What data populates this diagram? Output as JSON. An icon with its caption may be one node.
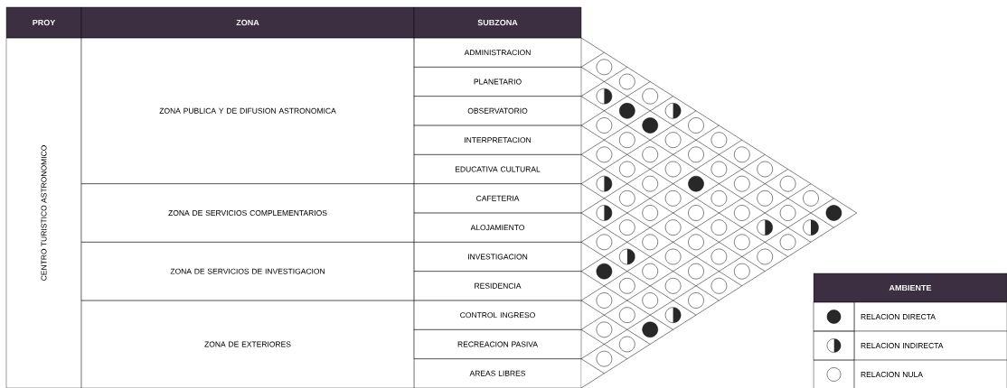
{
  "diagram": {
    "nodes": [
      {
        "text": [],
        "shape": "circle"
      },
      {
        "text": [],
        "shape": "circle"
      },
      {
        "text": [],
        "shape": "half-disc"
      },
      {
        "text": [],
        "shape": "circle"
      },
      {
        "text": [],
        "shape": "disc"
      },
      {
        "text": [],
        "shape": "half-disc"
      },
      {
        "text": [],
        "shape": "circle"
      },
      {
        "text": [],
        "shape": "disc"
      },
      {
        "text": [],
        "shape": "circle"
      },
      {
        "text": [],
        "shape": "circle"
      },
      {
        "text": [],
        "shape": "circle"
      },
      {
        "text": [],
        "shape": "circle"
      },
      {
        "text": [],
        "shape": "circle"
      },
      {
        "text": [],
        "shape": "circle"
      },
      {
        "text": [],
        "shape": "circle"
      },
      {
        "text": [],
        "shape": "circle"
      },
      {
        "text": [],
        "shape": "circle"
      },
      {
        "text": [],
        "shape": "circle"
      },
      {
        "text": [],
        "shape": "circle"
      },
      {
        "text": [],
        "shape": "circle"
      },
      {
        "text": [],
        "shape": "half-disc"
      },
      {
        "text": [],
        "shape": "circle"
      },
      {
        "text": [],
        "shape": "disc"
      },
      {
        "text": [],
        "shape": "circle"
      },
      {
        "text": [],
        "shape": "circle"
      },
      {
        "text": [],
        "shape": "circle"
      },
      {
        "text": [],
        "shape": "circle"
      },
      {
        "text": [],
        "shape": "circle"
      },
      {
        "text": [],
        "shape": "circle"
      },
      {
        "text": [],
        "shape": "circle"
      },
      {
        "text": [],
        "shape": "half-disc"
      },
      {
        "text": [],
        "shape": "circle"
      },
      {
        "text": [],
        "shape": "circle"
      },
      {
        "text": [],
        "shape": "circle"
      },
      {
        "text": [],
        "shape": "circle"
      },
      {
        "text": [],
        "shape": "disc"
      },
      {
        "text": [],
        "shape": "circle"
      },
      {
        "text": [],
        "shape": "circle"
      },
      {
        "text": [],
        "shape": "circle"
      },
      {
        "text": [],
        "shape": "half-disc"
      },
      {
        "text": [],
        "shape": "half-disc"
      },
      {
        "text": [],
        "shape": "circle"
      },
      {
        "text": [],
        "shape": "circle"
      },
      {
        "text": [],
        "shape": "circle"
      },
      {
        "text": [],
        "shape": "circle"
      },
      {
        "text": [],
        "shape": "circle"
      },
      {
        "text": [],
        "shape": "half-disc"
      },
      {
        "text": [],
        "shape": "circle"
      },
      {
        "text": [],
        "shape": "circle"
      },
      {
        "text": [],
        "shape": "circle"
      },
      {
        "text": [],
        "shape": "disc"
      },
      {
        "text": [],
        "shape": "circle"
      },
      {
        "text": [],
        "shape": "circle"
      },
      {
        "text": [],
        "shape": "circle"
      },
      {
        "text": [],
        "shape": "circle"
      },
      {
        "text": [],
        "shape": "circle"
      },
      {
        "text": [],
        "shape": "circle"
      },
      {
        "text": [],
        "shape": "circle"
      },
      {
        "text": [],
        "shape": "circle"
      },
      {
        "text": [],
        "shape": "circle"
      },
      {
        "text": [],
        "shape": "circle"
      },
      {
        "text": [],
        "shape": "half-disc"
      },
      {
        "text": [],
        "shape": "circle"
      },
      {
        "text": [],
        "shape": "disc"
      },
      {
        "text": [],
        "shape": "circle"
      },
      {
        "text": [],
        "shape": "circle"
      }
    ],
    "labels": [
      "PROY",
      "ZONA",
      "SUBZONA",
      "CENTRO TURISTICO ASTRONOMICO",
      "ADMINISTRACION",
      "PLANETARIO",
      "ZONA PUBLICA Y DE DIFUSION ASTRONOMICA",
      "OBSERVATORIO",
      "INTERPRETACION",
      "EDUCATIVA CULTURAL",
      "CAFETERIA",
      "ZONA DE SERVICIOS COMPLEMENTARIOS",
      "ALOJAMIENTO",
      "INVESTIGACION",
      "ZONA DE SERVICIOS DE INVESTIGACION",
      "RESIDENCIA",
      "CONTROL INGRESO",
      "ZONA DE EXTERIORES",
      "RECREACION PASIVA",
      "AREAS LIBRES",
      "AMBIENTE"
    ],
    "legend": [
      {
        "text": "RELACION DIRECTA"
      },
      {
        "text": "RELACION INDIRECTA"
      },
      {
        "text": "RELACION NULA"
      }
    ]
  }
}
